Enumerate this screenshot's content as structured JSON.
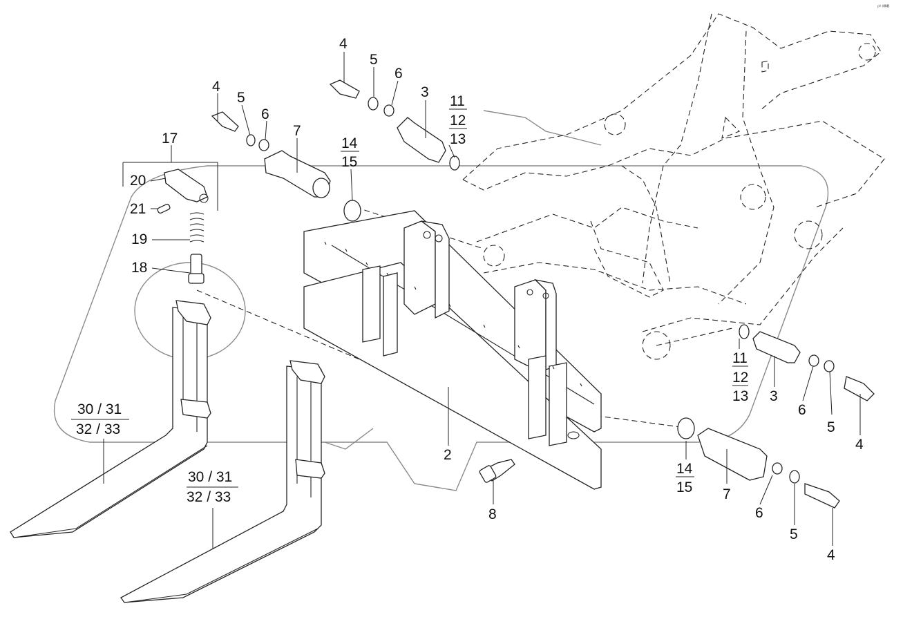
{
  "page_code": "ᵖ⁰ ᴹᴹᴮ",
  "callouts": {
    "c2": "2",
    "c3_top": "3",
    "c3_right": "3",
    "c4_top": "4",
    "c4_left": "4",
    "c4_right_mid": "4",
    "c4_right_bottom": "4",
    "c5_top": "5",
    "c5_left": "5",
    "c5_right_mid": "5",
    "c5_right_bottom": "5",
    "c6_top": "6",
    "c6_left": "6",
    "c6_right_mid": "6",
    "c6_right_bottom": "6",
    "c7_left": "7",
    "c7_right": "7",
    "c8": "8",
    "c17": "17",
    "c18": "18",
    "c19": "19",
    "c20": "20",
    "c21": "21",
    "f11_12_13_top": [
      "11",
      "12",
      "13"
    ],
    "f11_12_13_right": [
      "11",
      "12",
      "13"
    ],
    "f14_15_top": [
      "14",
      "15"
    ],
    "f14_15_bottom": [
      "14",
      "15"
    ],
    "fork_left": [
      "30 / 31",
      "32 / 33"
    ],
    "fork_right": [
      "30 / 31",
      "32 / 33"
    ]
  }
}
